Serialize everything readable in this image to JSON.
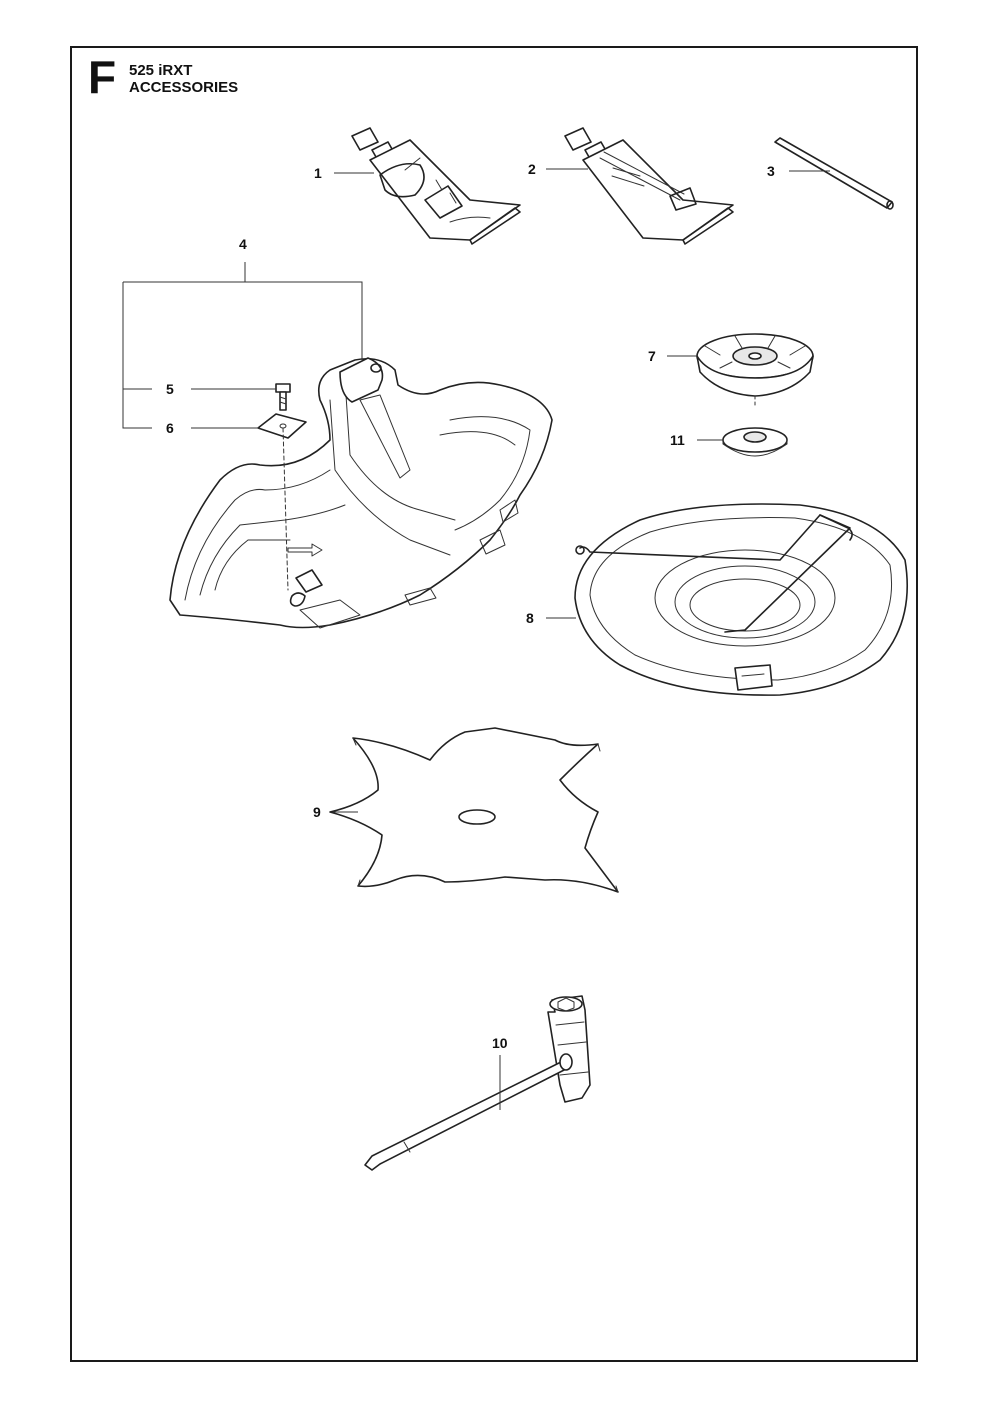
{
  "header": {
    "section_letter": "F",
    "model": "525 iRXT",
    "title": "ACCESSORIES"
  },
  "callouts": [
    {
      "id": "1",
      "label": "1"
    },
    {
      "id": "2",
      "label": "2"
    },
    {
      "id": "3",
      "label": "3"
    },
    {
      "id": "4",
      "label": "4"
    },
    {
      "id": "5",
      "label": "5"
    },
    {
      "id": "6",
      "label": "6"
    },
    {
      "id": "7",
      "label": "7"
    },
    {
      "id": "8",
      "label": "8"
    },
    {
      "id": "9",
      "label": "9"
    },
    {
      "id": "10",
      "label": "10"
    },
    {
      "id": "11",
      "label": "11"
    }
  ]
}
